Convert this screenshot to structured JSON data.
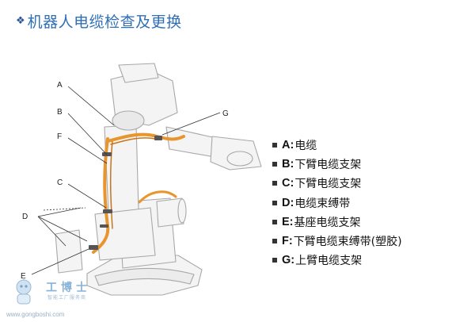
{
  "title": {
    "bullet_icon": "diamond-cluster-bullet-icon",
    "text": "机器人电缆检查及更换"
  },
  "callouts": [
    "A",
    "B",
    "F",
    "C",
    "D",
    "E",
    "G"
  ],
  "legend": [
    {
      "key": "A:",
      "desc": "电缆"
    },
    {
      "key": "B:",
      "desc": "下臂电缆支架"
    },
    {
      "key": "C:",
      "desc": "下臂电缆支架"
    },
    {
      "key": "D:",
      "desc": "电缆束缚带"
    },
    {
      "key": "E:",
      "desc": "基座电缆支架"
    },
    {
      "key": "F:",
      "desc": "下臂电缆束缚带(塑胶)"
    },
    {
      "key": "G:",
      "desc": "上臂电缆支架"
    }
  ],
  "watermark": {
    "brand": "工博士",
    "sub": "智能工厂服务商",
    "url": "www.gongboshi.com",
    "logo_icon": "robot-mascot-logo-icon"
  },
  "colors": {
    "title": "#2f6fb5",
    "cable": "#e8952e",
    "robot_outline": "#a8a8a8",
    "robot_fill": "#f4f4f4"
  }
}
